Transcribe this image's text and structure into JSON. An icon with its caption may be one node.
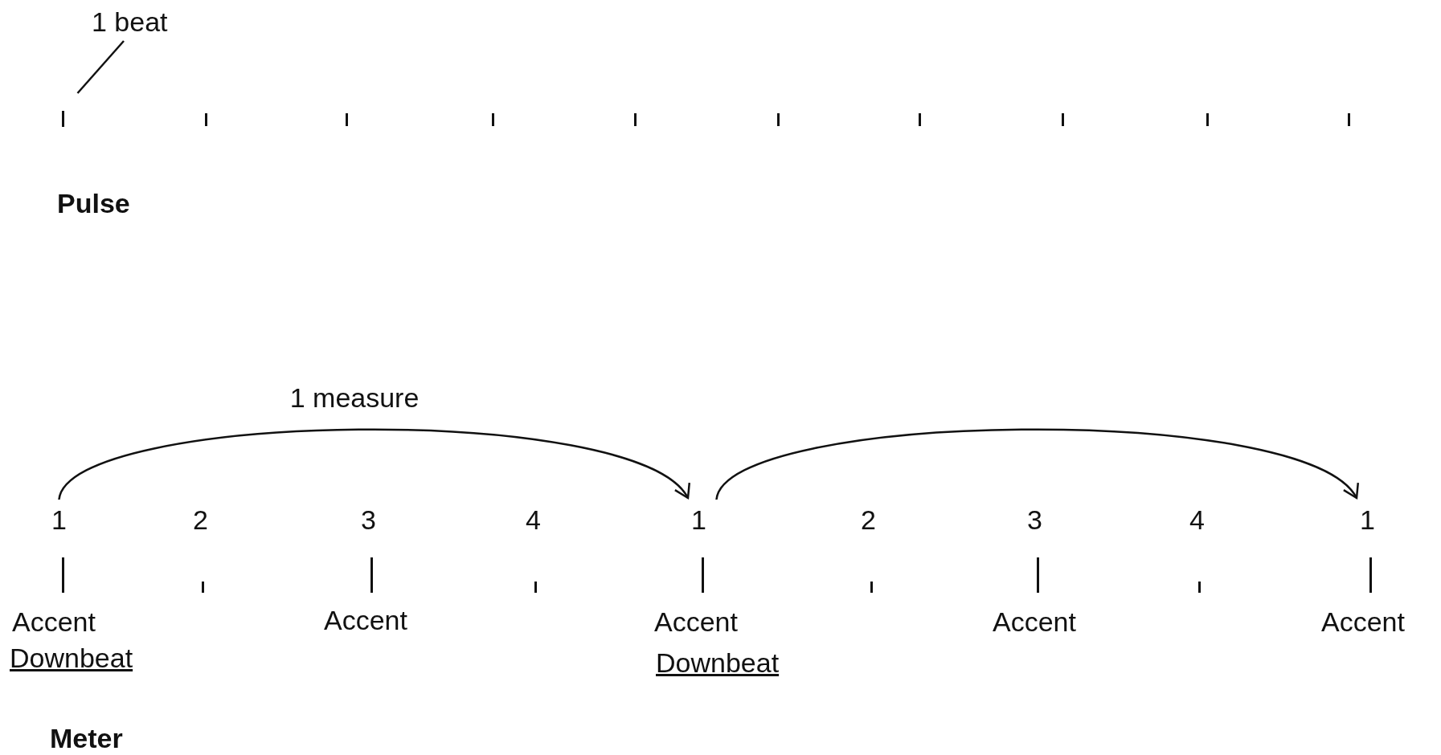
{
  "diagram": {
    "nodes": [
      {
        "text": [
          "1 beat"
        ]
      },
      {
        "text": [],
        "shape": "bar"
      },
      {
        "text": [
          "1"
        ]
      },
      {
        "text": [
          "1"
        ]
      },
      {
        "text": [
          "1"
        ]
      }
    ],
    "edges": [
      {
        "from": 2,
        "to": 3,
        "arrow": "to",
        "label": "1 measure"
      },
      {
        "from": 3,
        "to": 4,
        "arrow": "to"
      },
      {
        "from": 0,
        "to": 1,
        "arrow": "none"
      }
    ],
    "labels": [
      "Pulse",
      "2",
      "3",
      "4",
      "2",
      "3",
      "4",
      "Accent",
      "Accent",
      "Accent",
      "Accent",
      "Accent",
      "Downbeat",
      "Downbeat",
      "Meter"
    ]
  }
}
